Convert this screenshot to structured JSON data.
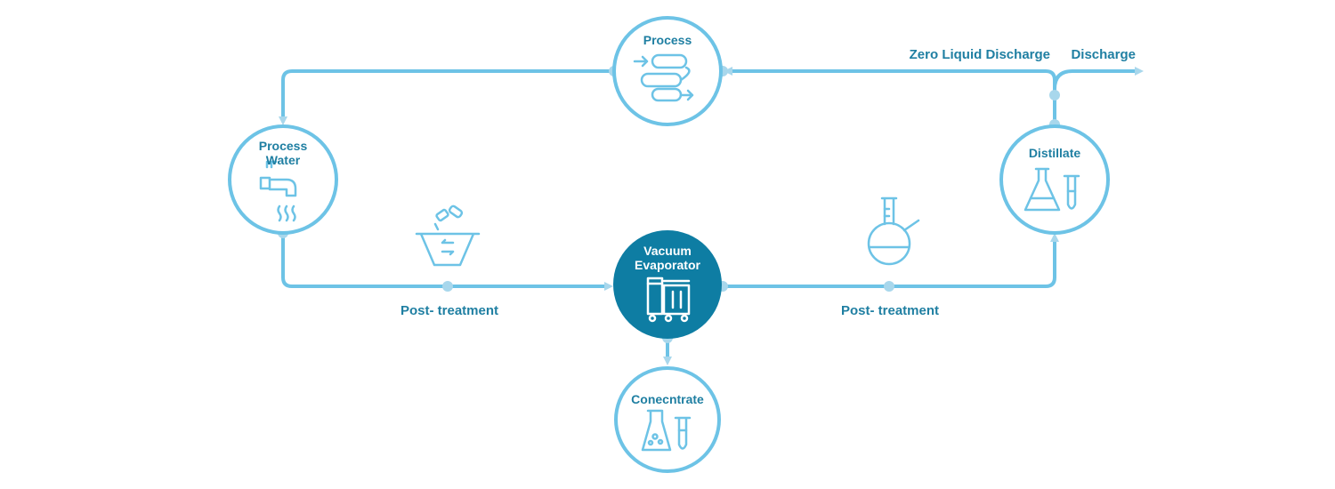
{
  "colors": {
    "line": "#6dc3e6",
    "dot": "#a8d7ec",
    "text": "#1f7fa2",
    "center_fill": "#0e7da3",
    "center_text": "#ffffff"
  },
  "nodes": {
    "process": {
      "label": "Process",
      "icon": "process-flow-icon"
    },
    "process_water": {
      "label": "Process\nWater",
      "icon": "faucet-steam-icon"
    },
    "vacuum_evaporator": {
      "label": "Vacuum\nEvaporator",
      "icon": "evaporator-machine-icon"
    },
    "distillate": {
      "label": "Distillate",
      "icon": "flask-tube-icon"
    },
    "concentrate": {
      "label": "Conecntrate",
      "icon": "flask-bubbles-tube-icon"
    }
  },
  "edges": {
    "left_post_treatment": {
      "label": "Post- treatment",
      "icon": "treatment-basin-icon"
    },
    "right_post_treatment": {
      "label": "Post- treatment",
      "icon": "round-flask-icon"
    },
    "zero_liquid_discharge": {
      "label": "Zero Liquid Discharge"
    },
    "discharge": {
      "label": "Discharge"
    }
  }
}
